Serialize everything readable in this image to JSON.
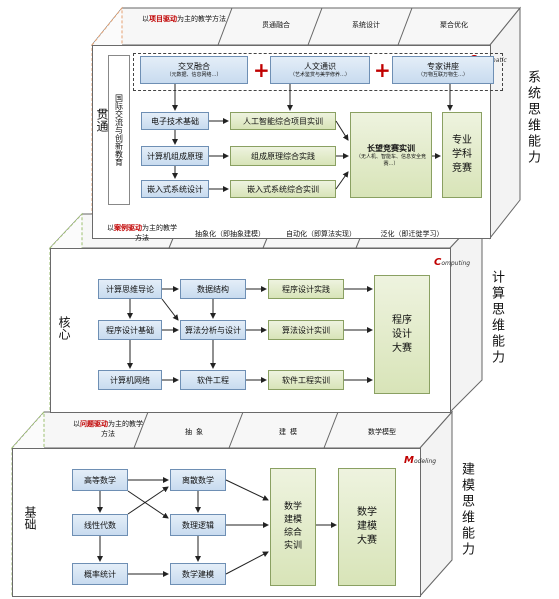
{
  "sections": {
    "top": {
      "left_label": "贯通",
      "right_label": "系统思维能力",
      "corner_label": {
        "first": "S",
        "rest": "ystematic"
      },
      "method": {
        "prefix": "以",
        "highlight": "项目驱动",
        "suffix": "为主的教学方法"
      },
      "tabs": [
        "贯通融合",
        "系统设计",
        "聚合优化"
      ],
      "intl_label": "国际交流与创新教育",
      "top_boxes": [
        {
          "title": "交叉融合",
          "sub": "（元数据、信息网络…）"
        },
        {
          "title": "人文通识",
          "sub": "（艺术鉴赏与美学修养…）"
        },
        {
          "title": "专家讲座",
          "sub": "（万物互联万物生…）"
        }
      ],
      "plus": "+",
      "col1": [
        "电子技术基础",
        "计算机组成原理",
        "嵌入式系统设计"
      ],
      "col2": [
        "人工智能综合项目实训",
        "组成原理综合实践",
        "嵌入式系统综合实训"
      ],
      "big": {
        "title": "长望竞赛实训",
        "sub": "（无人机、智能车、信息安全竞赛…）"
      },
      "comp": "专业学科竞赛"
    },
    "mid": {
      "left_label": "核心",
      "right_label": "计算思维能力",
      "corner_label": {
        "first": "C",
        "rest": "omputing"
      },
      "method": {
        "prefix": "以",
        "highlight": "案例驱动",
        "suffix": "为主的教学方法"
      },
      "tabs": [
        "抽象化（即抽象建模）",
        "自动化（即算法实现）",
        "泛化（即迁徙学习）"
      ],
      "col1": [
        "计算思维导论",
        "程序设计基础",
        "计算机网络"
      ],
      "col2": [
        "数据结构",
        "算法分析与设计",
        "软件工程"
      ],
      "col3": [
        "程序设计实践",
        "算法设计实训",
        "软件工程实训"
      ],
      "comp": "程序设计大赛"
    },
    "bot": {
      "left_label": "基础",
      "right_label": "建模思维能力",
      "corner_label": {
        "first": "M",
        "rest": "odeling"
      },
      "method": {
        "prefix": "以",
        "highlight": "问题驱动",
        "suffix": "为主的教学方法"
      },
      "tabs": [
        "抽象",
        "建模",
        "数学模型"
      ],
      "col1": [
        "高等数学",
        "线性代数",
        "概率统计"
      ],
      "col2": [
        "离散数学",
        "数理逻辑",
        "数学建模"
      ],
      "train": "数学建模综合实训",
      "comp": "数学建模大赛"
    }
  },
  "colors": {
    "highlight": "#c00000",
    "blue_border": "#6e8fb4",
    "green_border": "#8aa062",
    "plus": "#c00000"
  }
}
